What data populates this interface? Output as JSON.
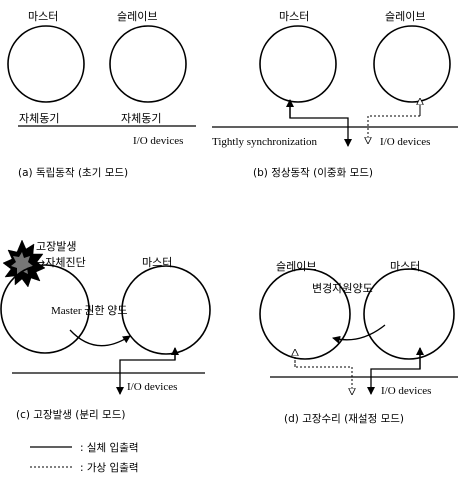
{
  "panel_a": {
    "master": "마스터",
    "slave": "슬레이브",
    "self_sync_left": "자체동기",
    "self_sync_right": "자체동기",
    "io": "I/O devices",
    "caption": "(a) 독립동작 (초기 모드)"
  },
  "panel_b": {
    "master": "마스터",
    "slave": "슬레이브",
    "tight_sync": "Tightly synchronization",
    "io": "I/O devices",
    "caption": "(b) 정상동작 (이중화 모드)"
  },
  "panel_c": {
    "fault1": "고장발생",
    "fault2": "→자체진단",
    "master": "마스터",
    "handover": "Master 권한 양도",
    "io": "I/O devices",
    "caption": "(c) 고장발생 (분리 모드)"
  },
  "panel_d": {
    "slave": "슬레이브",
    "master": "마스터",
    "change": "변경자원양도",
    "io": "I/O devices",
    "caption": "(d) 고장수리 (재설정 모드)"
  },
  "legend": {
    "real": ": 실체 입출력",
    "virtual": ": 가상 입출력"
  }
}
